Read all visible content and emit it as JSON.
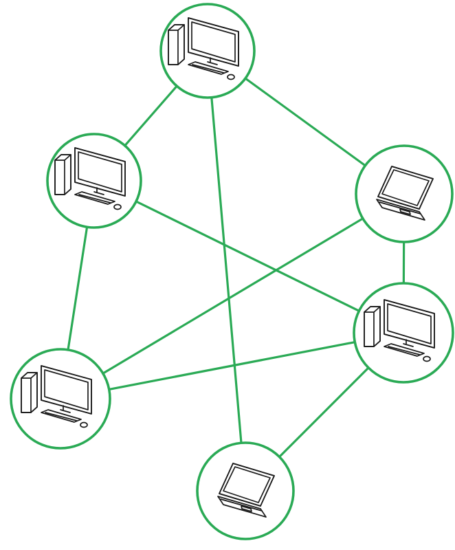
{
  "diagram": {
    "colors": {
      "accent": "#2aaa55",
      "icon_stroke": "#1a1a1a"
    },
    "nodes": [
      {
        "id": "n1",
        "icon": "desktop-computer-icon"
      },
      {
        "id": "n2",
        "icon": "desktop-computer-icon"
      },
      {
        "id": "n3",
        "icon": "laptop-icon"
      },
      {
        "id": "n4",
        "icon": "desktop-computer-icon"
      },
      {
        "id": "n5",
        "icon": "desktop-computer-icon"
      },
      {
        "id": "n6",
        "icon": "laptop-icon"
      }
    ],
    "edges": [
      [
        "n1",
        "n2"
      ],
      [
        "n1",
        "n3"
      ],
      [
        "n1",
        "n6"
      ],
      [
        "n2",
        "n4"
      ],
      [
        "n2",
        "n5"
      ],
      [
        "n3",
        "n4"
      ],
      [
        "n3",
        "n5"
      ],
      [
        "n4",
        "n5"
      ],
      [
        "n4",
        "n6"
      ]
    ]
  }
}
